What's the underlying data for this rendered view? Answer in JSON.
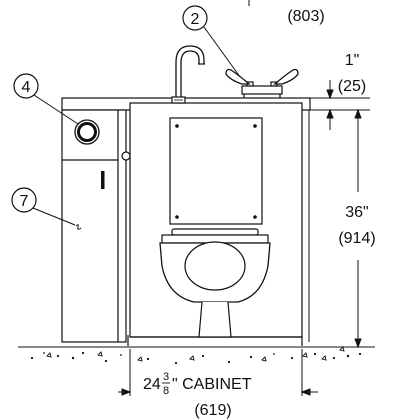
{
  "callouts": [
    {
      "number": "2"
    },
    {
      "number": "4"
    },
    {
      "number": "7"
    }
  ],
  "dimensions": {
    "top_metric": "(803)",
    "deck_imperial": "1\"",
    "deck_metric": "(25)",
    "height_imperial": "36\"",
    "height_metric": "(914)",
    "width_whole": "24",
    "width_frac_num": "3",
    "width_frac_den": "8",
    "width_suffix": "\" CABINET",
    "width_metric": "(619)"
  },
  "colors": {
    "line": "#111111",
    "background": "#ffffff"
  }
}
